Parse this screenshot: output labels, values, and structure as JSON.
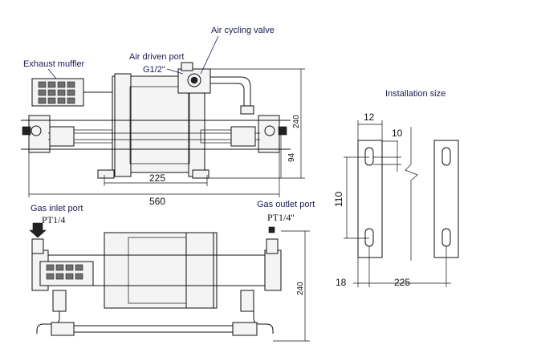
{
  "labels": {
    "air_cycling_valve": "Air cycling valve",
    "air_driven_port": "Air driven port",
    "air_port_thread": "G1/2\"",
    "exhaust_muffler": "Exhaust muffler",
    "installation_size": "Installation size",
    "gas_inlet_port": "Gas inlet port",
    "gas_inlet_thread": "PT1/4",
    "gas_outlet_port": "Gas outlet port",
    "gas_outlet_thread": "PT1/4''"
  },
  "dimensions": {
    "front_height": "240",
    "front_center_height": "94",
    "front_mount_spacing": "225",
    "front_overall_length": "560",
    "top_height": "240",
    "install_width": "12",
    "install_slot": "10",
    "install_vertical": "110",
    "install_edge": "18",
    "install_spacing": "225"
  }
}
